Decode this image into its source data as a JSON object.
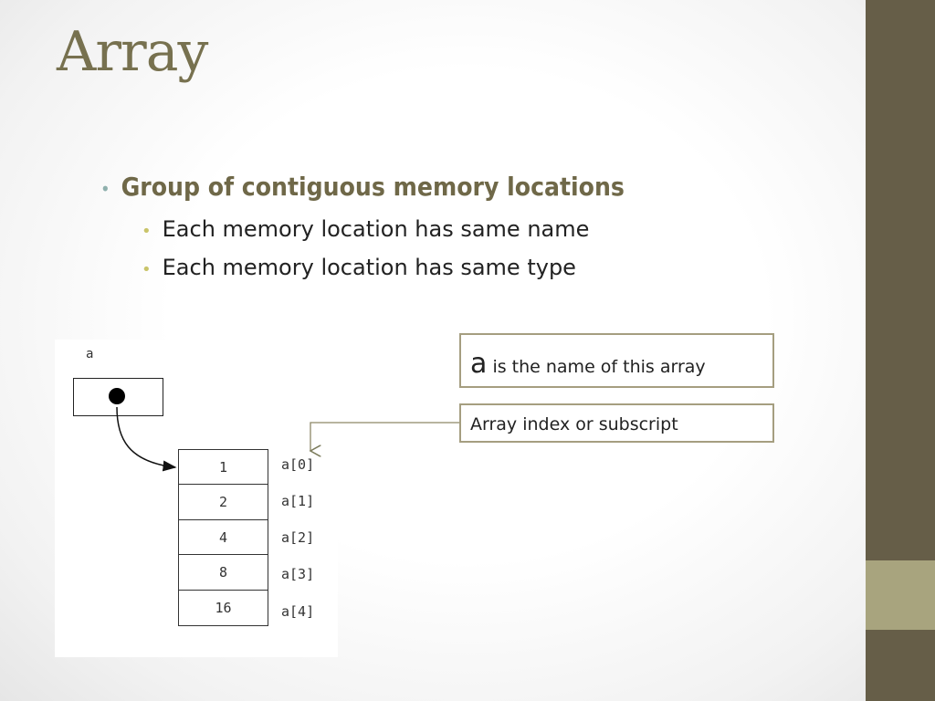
{
  "slide": {
    "title": "Array",
    "bullets": [
      {
        "text": "Group of contiguous memory locations",
        "subbullets": [
          "Each memory location has same name",
          "Each memory location has same type"
        ]
      }
    ],
    "bullet_glyph": "•"
  },
  "diagram": {
    "variable_name": "a",
    "cells": [
      "1",
      "2",
      "4",
      "8",
      "16"
    ],
    "indices": [
      "a[0]",
      "a[1]",
      "a[2]",
      "a[3]",
      "a[4]"
    ]
  },
  "callouts": {
    "name_letter": "a",
    "name_text": "is the name of this array",
    "index_text": "Array index or subscript"
  },
  "colors": {
    "sidebar": "#665e48",
    "sidebar_accent": "#a8a47e",
    "title": "#77714f"
  }
}
